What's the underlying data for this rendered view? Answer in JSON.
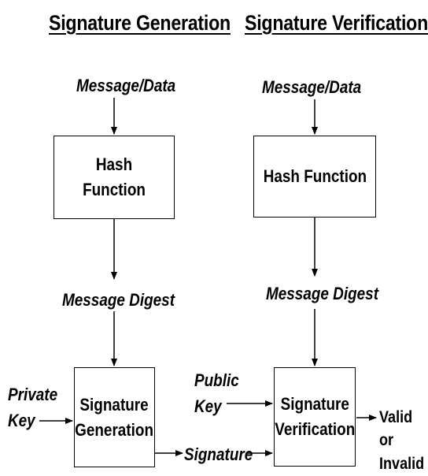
{
  "headings": {
    "generation": "Signature Generation",
    "verification": "Signature Verification"
  },
  "generation": {
    "input_label": "Message/Data",
    "hash_box": "Hash Function",
    "digest_label": "Message Digest",
    "key_label": "Private\nKey",
    "sign_box": "Signature\nGeneration",
    "signature_label": "Signature"
  },
  "verification": {
    "input_label": "Message/Data",
    "hash_box": "Hash Function",
    "digest_label": "Message Digest",
    "key_label": "Public\nKey",
    "verify_box": "Signature\nVerification",
    "result_label": "Valid or\nInvalid"
  }
}
